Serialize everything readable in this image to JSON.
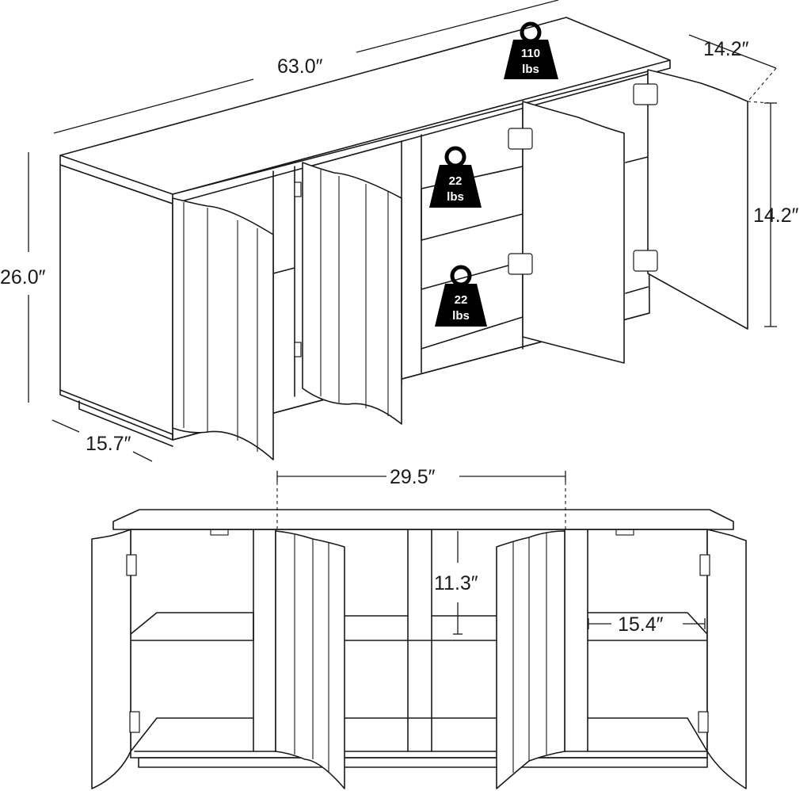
{
  "dimensions": {
    "width": "63.0″",
    "depth_top": "14.2″",
    "side_height": "14.2″",
    "height": "26.0″",
    "depth_bottom": "15.7″",
    "inner_width": "29.5″",
    "shelf_height": "11.3″",
    "cabinet_width": "15.4″"
  },
  "weights": {
    "top": {
      "value": "110",
      "unit": "lbs"
    },
    "shelf_upper": {
      "value": "22",
      "unit": "lbs"
    },
    "shelf_lower": {
      "value": "22",
      "unit": "lbs"
    }
  }
}
